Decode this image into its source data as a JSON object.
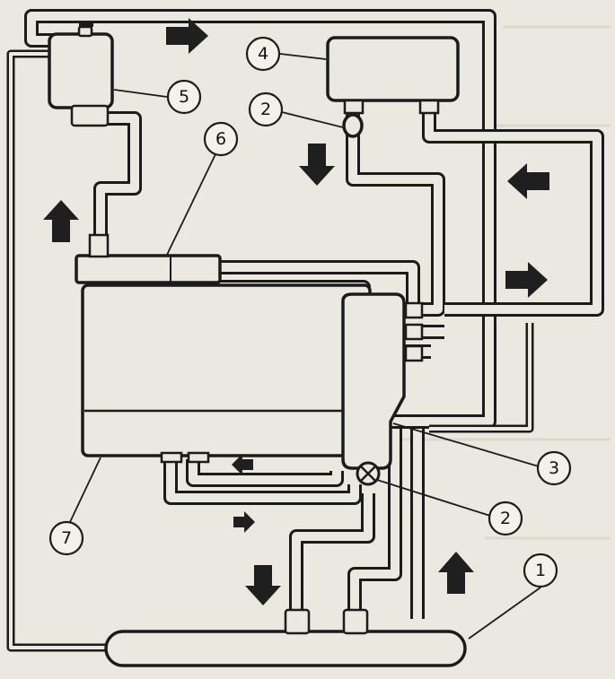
{
  "diagram": {
    "callouts": [
      {
        "label": "1"
      },
      {
        "label": "2"
      },
      {
        "label": "2"
      },
      {
        "label": "3"
      },
      {
        "label": "4"
      },
      {
        "label": "5"
      },
      {
        "label": "6"
      },
      {
        "label": "7"
      }
    ]
  }
}
